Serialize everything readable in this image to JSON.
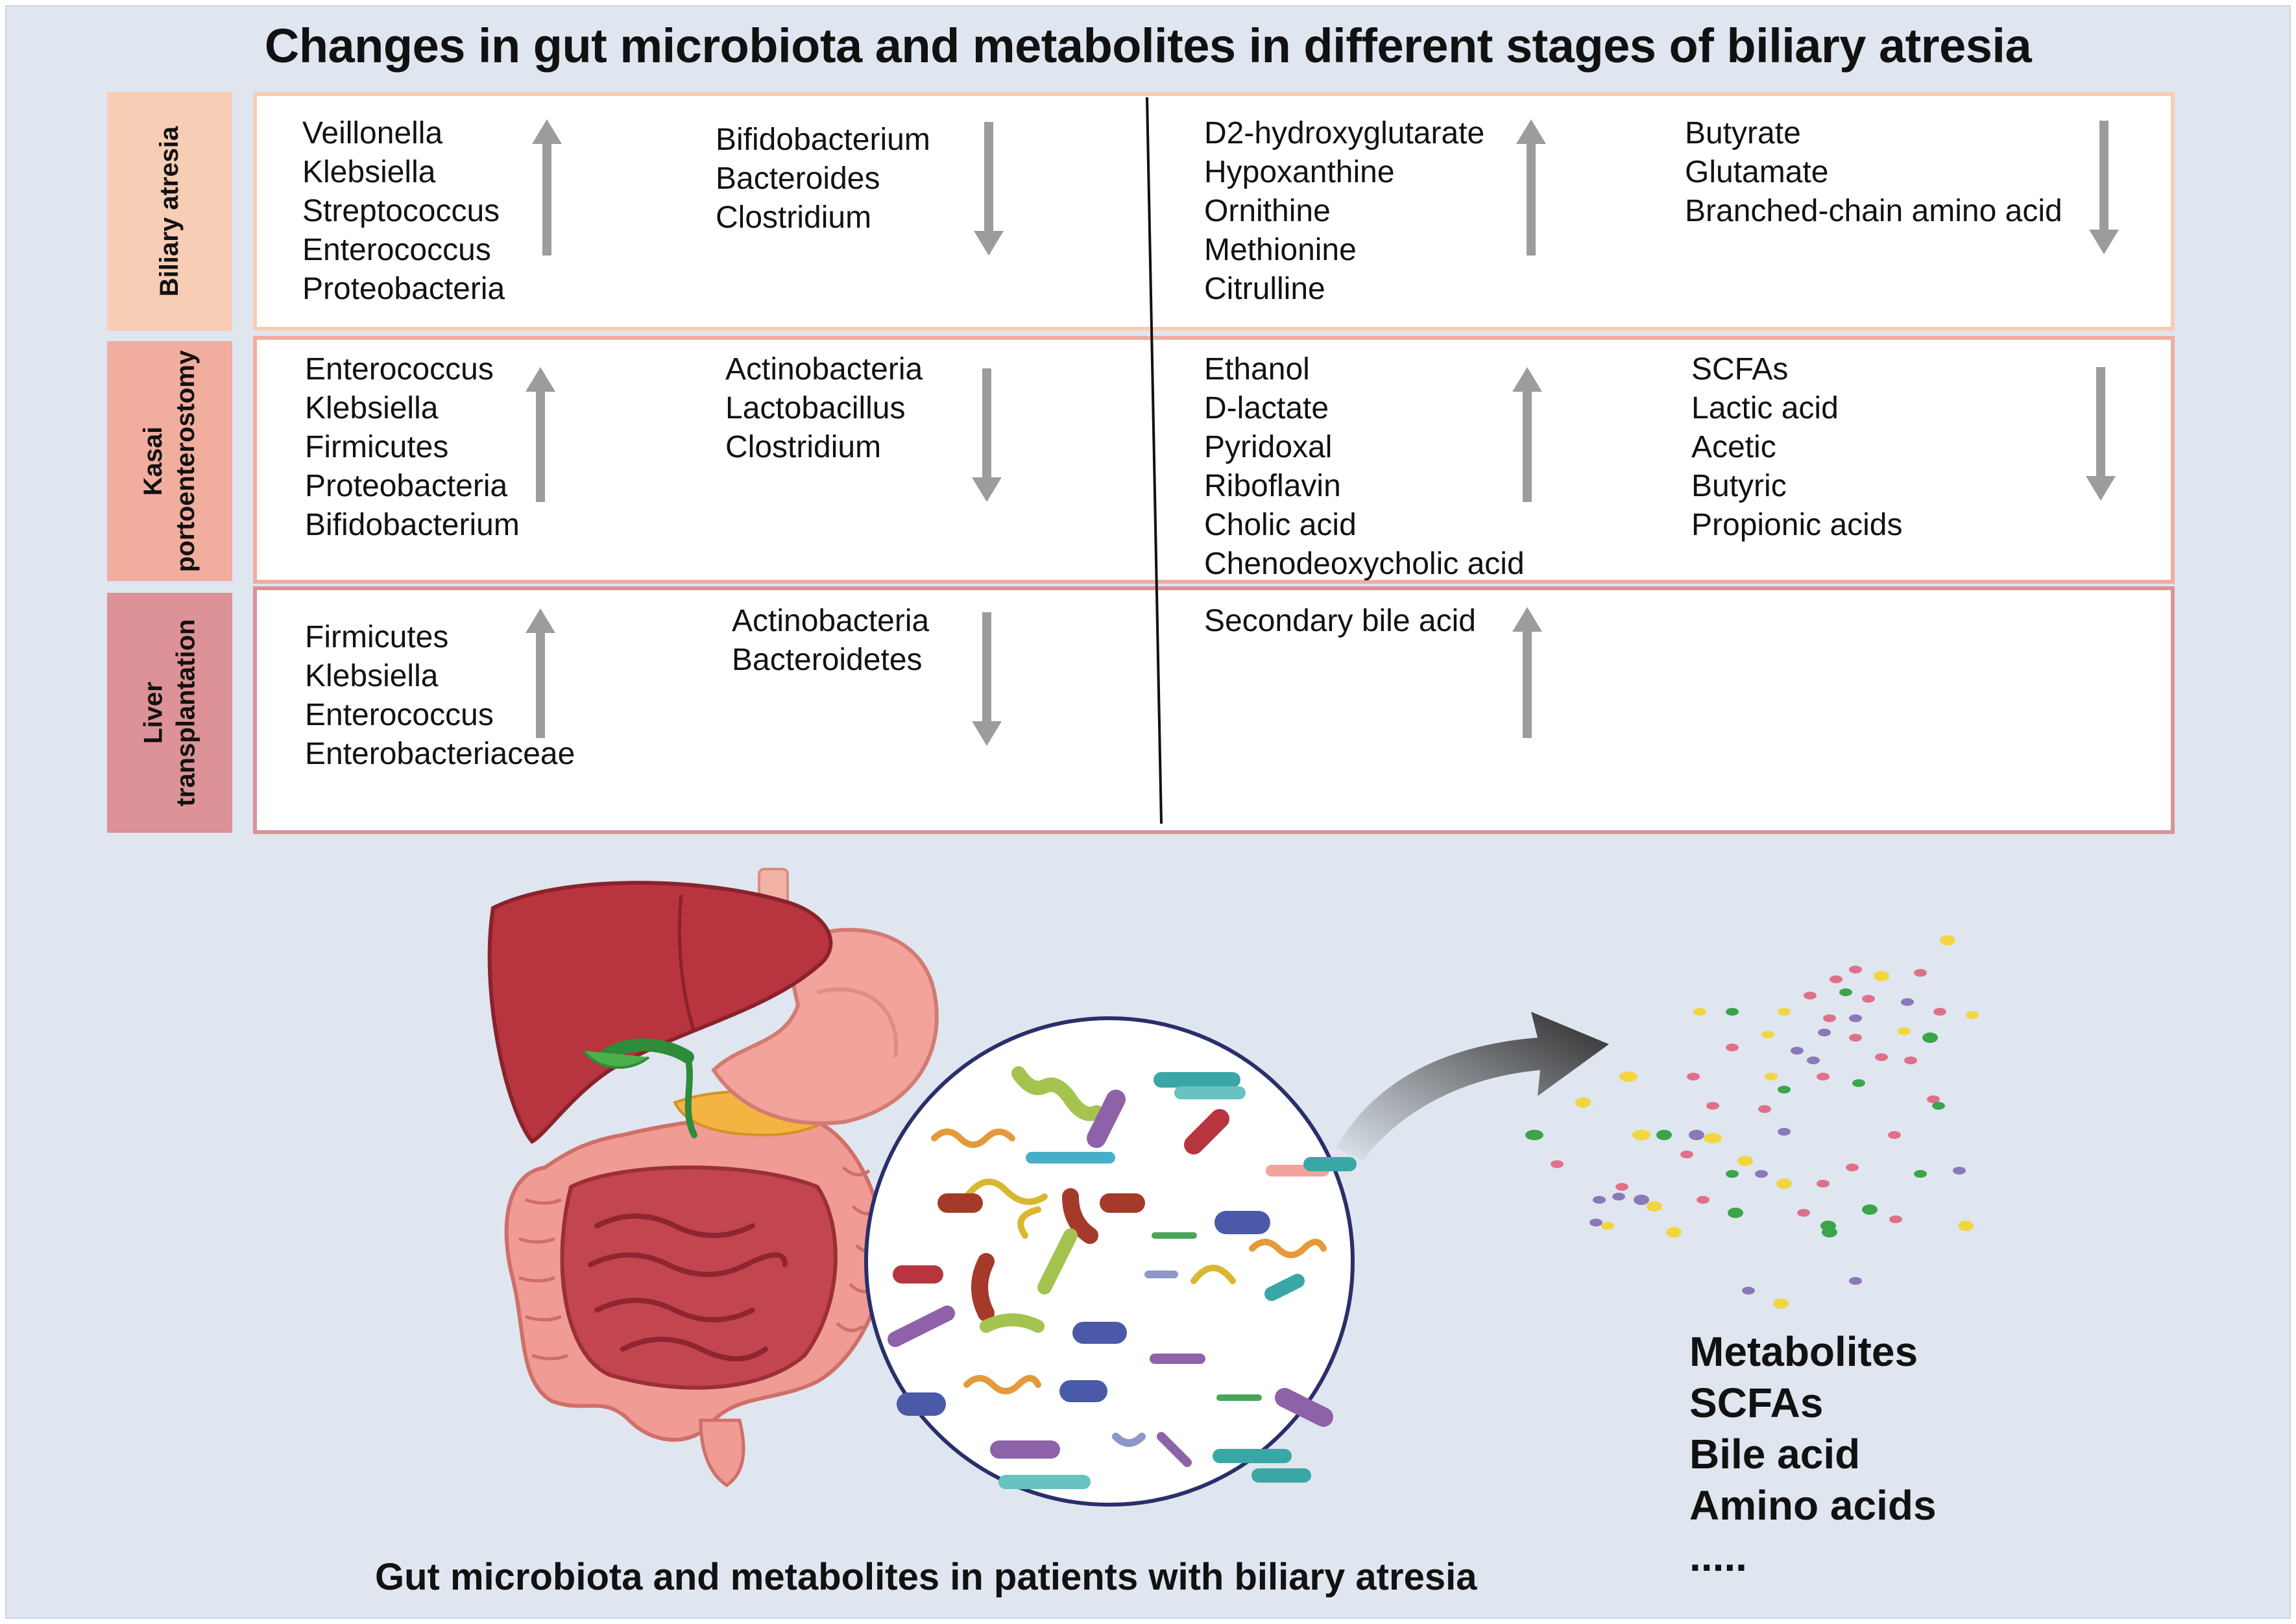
{
  "title": "Changes in gut microbiota and metabolites in different stages of biliary atresia",
  "stages": [
    {
      "label": "Biliary atresia",
      "microbiota_up": [
        "Veillonella",
        "Klebsiella",
        "Streptococcus",
        "Enterococcus",
        "Proteobacteria"
      ],
      "microbiota_down": [
        "Bifidobacterium",
        "Bacteroides",
        "Clostridium"
      ],
      "metabolites_up": [
        "D2-hydroxyglutarate",
        "Hypoxanthine",
        "Ornithine",
        "Methionine",
        "Citrulline"
      ],
      "metabolites_down": [
        "Butyrate",
        "Glutamate",
        "Branched-chain amino acid"
      ]
    },
    {
      "label": "Kasai\nportoenterostomy",
      "microbiota_up": [
        "Enterococcus",
        "Klebsiella",
        "Firmicutes",
        "Proteobacteria",
        "Bifidobacterium"
      ],
      "microbiota_down": [
        "Actinobacteria",
        "Lactobacillus",
        "Clostridium"
      ],
      "metabolites_up": [
        "Ethanol",
        "D-lactate",
        "Pyridoxal",
        "Riboflavin",
        "Cholic acid",
        "Chenodeoxycholic acid"
      ],
      "metabolites_down": [
        "SCFAs",
        "Lactic acid",
        "Acetic",
        "Butyric",
        "Propionic acids"
      ]
    },
    {
      "label": "Liver\ntransplantation",
      "microbiota_up": [
        "Firmicutes",
        "Klebsiella",
        "Enterococcus",
        "Enterobacteriaceae"
      ],
      "microbiota_down": [
        "Actinobacteria",
        "Bacteroidetes"
      ],
      "metabolites_up": [
        "Secondary bile acid"
      ],
      "metabolites_down": []
    }
  ],
  "caption": "Gut microbiota and metabolites in patients with biliary atresia",
  "metabolite_categories": [
    "Metabolites",
    "SCFAs",
    "Bile acid",
    "Amino acids",
    "....."
  ],
  "colors": {
    "background": "#dfe6ef",
    "stage1": "#f7cdb5",
    "stage2": "#f1ad9d",
    "stage3": "#dc9296",
    "arrow": "#9c9c9c"
  }
}
